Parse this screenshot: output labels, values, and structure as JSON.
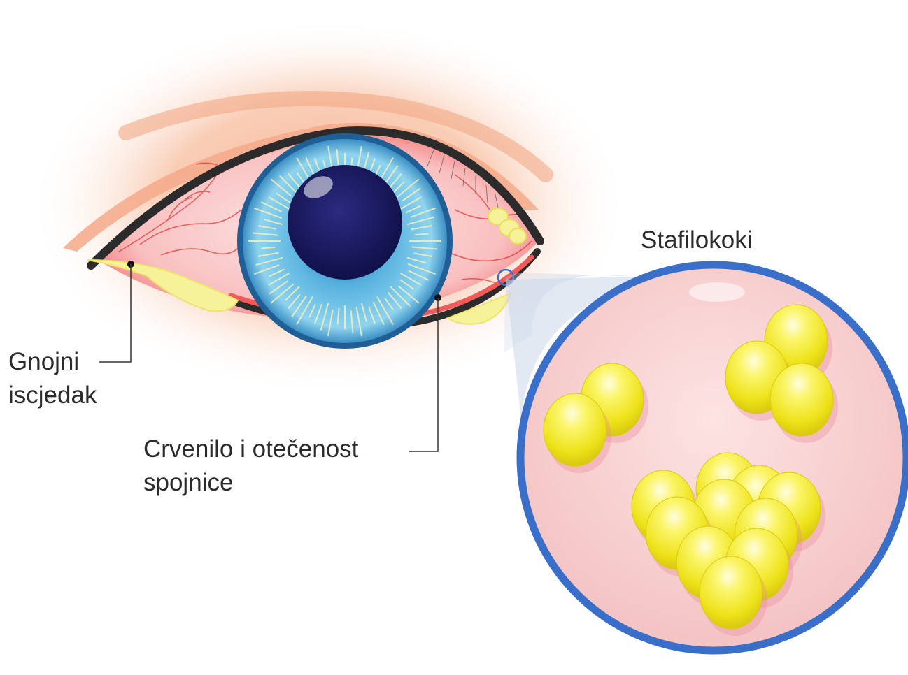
{
  "labels": {
    "discharge_line1": "Gnojni",
    "discharge_line2": "iscjedak",
    "redness_line1": "Crvenilo i otečenost",
    "redness_line2": "spojnice",
    "bacteria": "Stafilokoki"
  },
  "colors": {
    "skin_glow": "#f8c7a6",
    "conjunctiva_red": "#f25a5a",
    "iris_blue": "#4aa3d4",
    "pupil": "#1a1a5c",
    "pus_yellow": "#f6f29a",
    "magnifier_ring": "#3a6fc9",
    "magnifier_fill": "#f7cfcf",
    "cocci_yellow": "#f5f01e"
  }
}
